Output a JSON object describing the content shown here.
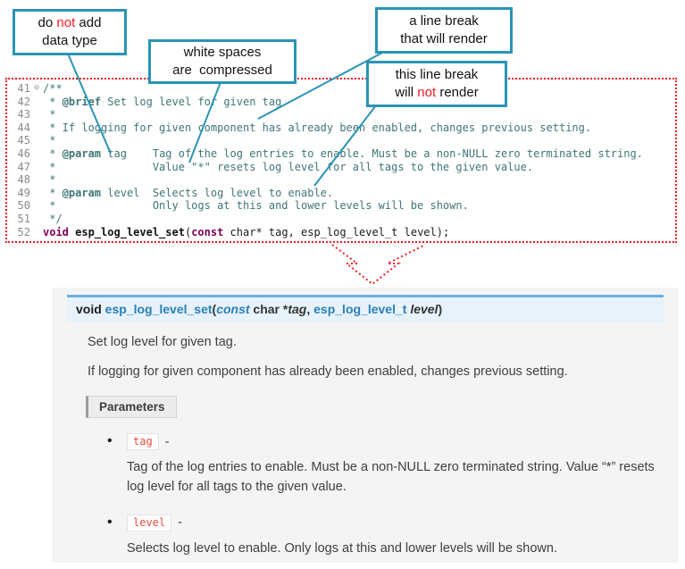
{
  "colors": {
    "accent": "#2a94b5",
    "warn-red": "#ee1c25",
    "code-comment": "#3f7575",
    "code-keyword": "#7f0055",
    "code-gutter": "#8a8a8a",
    "doc-link-blue": "#2980b9",
    "sig-bg": "#e7f2fa",
    "sig-border": "#6ab0de",
    "chip-red": "#e74c3c",
    "panel-bg": "#f4f4f5",
    "text": "#404040"
  },
  "callouts": [
    {
      "name": "do-not-add-data-type",
      "segments": [
        {
          "t": "do "
        },
        {
          "t": "not",
          "c": "red"
        },
        {
          "t": " add"
        },
        {
          "br": true
        },
        {
          "t": "data type"
        }
      ]
    },
    {
      "name": "white-spaces-compressed",
      "segments": [
        {
          "t": "white spaces"
        },
        {
          "br": true
        },
        {
          "t": "are  compressed"
        }
      ]
    },
    {
      "name": "line-break-that-renders",
      "segments": [
        {
          "t": "a line break"
        },
        {
          "br": true
        },
        {
          "t": "that will render"
        }
      ]
    },
    {
      "name": "line-break-that-does-not-render",
      "segments": [
        {
          "t": "this line break"
        },
        {
          "br": true
        },
        {
          "t": "will "
        },
        {
          "t": "not",
          "c": "red"
        },
        {
          "t": " render"
        }
      ]
    }
  ],
  "code": {
    "lines": [
      {
        "num": "41",
        "fold": "⊖",
        "segments": [
          {
            "t": "/**",
            "c": "cmt"
          }
        ]
      },
      {
        "num": "42",
        "segments": [
          {
            "t": " * ",
            "c": "cmt"
          },
          {
            "t": "@brief",
            "c": "tag"
          },
          {
            "t": " Set log level for given tag",
            "c": "cmt"
          }
        ]
      },
      {
        "num": "43",
        "segments": [
          {
            "t": " *",
            "c": "cmt"
          }
        ]
      },
      {
        "num": "44",
        "segments": [
          {
            "t": " * If logging for given component has already been enabled, changes previous setting.",
            "c": "cmt"
          }
        ]
      },
      {
        "num": "45",
        "segments": [
          {
            "t": " *",
            "c": "cmt"
          }
        ]
      },
      {
        "num": "46",
        "segments": [
          {
            "t": " * ",
            "c": "cmt"
          },
          {
            "t": "@param",
            "c": "tag"
          },
          {
            "t": " tag    Tag of the log entries to enable. Must be a non-NULL zero terminated string.",
            "c": "cmt"
          }
        ]
      },
      {
        "num": "47",
        "segments": [
          {
            "t": " *               Value \"*\" resets log level for all tags to the given value.",
            "c": "cmt"
          }
        ]
      },
      {
        "num": "48",
        "segments": [
          {
            "t": " *",
            "c": "cmt"
          }
        ]
      },
      {
        "num": "49",
        "segments": [
          {
            "t": " * ",
            "c": "cmt"
          },
          {
            "t": "@param",
            "c": "tag"
          },
          {
            "t": " level  Selects log level to enable.",
            "c": "cmt"
          }
        ]
      },
      {
        "num": "50",
        "segments": [
          {
            "t": " *               Only logs at this and lower levels will be shown.",
            "c": "cmt"
          }
        ]
      },
      {
        "num": "51",
        "segments": [
          {
            "t": " */",
            "c": "cmt"
          }
        ]
      },
      {
        "num": "52",
        "segments": [
          {
            "t": "void",
            "c": "kw"
          },
          {
            "t": " "
          },
          {
            "t": "esp_log_level_set",
            "c": "fn"
          },
          {
            "t": "("
          },
          {
            "t": "const",
            "c": "kw"
          },
          {
            "t": " char* tag, esp_log_level_t level);"
          }
        ]
      }
    ]
  },
  "doc": {
    "signature": [
      {
        "t": "void ",
        "c": "s-kw"
      },
      {
        "t": "esp_log_level_set",
        "c": "s-name"
      },
      {
        "t": "(",
        "c": "s-p"
      },
      {
        "t": "const",
        "c": "s-const"
      },
      {
        "t": "  char *",
        "c": "s-p"
      },
      {
        "t": "tag",
        "c": "s-arg"
      },
      {
        "t": ", ",
        "c": "s-p"
      },
      {
        "t": "esp_log_level_t ",
        "c": "s-type"
      },
      {
        "t": "level",
        "c": "s-arg"
      },
      {
        "t": ")",
        "c": "s-p"
      }
    ],
    "brief": "Set log level for given tag.",
    "description": "If logging for given component has already been enabled, changes previous setting.",
    "parameters_label": "Parameters",
    "params": [
      {
        "name": "tag",
        "desc": "Tag of the log entries to enable. Must be a non-NULL zero terminated string. Value “*” resets log level for all tags to the given value."
      },
      {
        "name": "level",
        "desc": "Selects log level to enable. Only logs at this and lower levels will be shown."
      }
    ]
  }
}
